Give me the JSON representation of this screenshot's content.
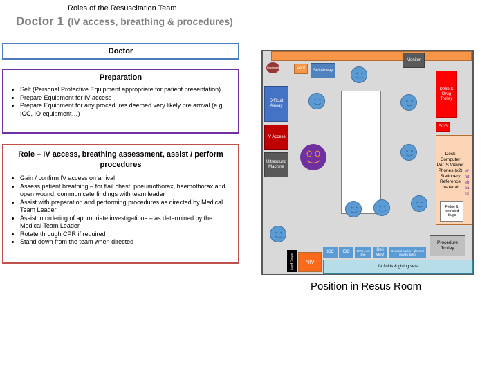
{
  "header": {
    "subtitle": "Roles of the Resuscitation Team",
    "title": "Doctor 1",
    "title_detail": "(IV access, breathing & procedures)"
  },
  "doctor_label": "Doctor",
  "preparation": {
    "title": "Preparation",
    "items": [
      "Self (Personal Protective Equipment appropriate for patient presentation)",
      "Prepare Equipment for IV access",
      "Prepare Equipment for any procedures deemed very likely pre arrival (e.g. ICC, IO equipment…)"
    ]
  },
  "role": {
    "title": "Role – IV access, breathing assessment, assist / perform procedures",
    "items": [
      "Gain / confirm IV access on arrival",
      "Assess patient breathing – for flail chest, pneumothorax, haemothorax and open wound; communicate findings with team leader",
      "Assist with preparation and performing procedures as directed by Medical Team Leader",
      "Assist in ordering of appropriate investigations – as determined by the Medical Team Leader",
      "Rotate through CPR if required",
      "Stand down from the team when directed"
    ]
  },
  "room": {
    "monitor": "Monitor",
    "papi": "Papi e'gel",
    "vent": "Vent",
    "std_airway": "Std Airway",
    "difficult_airway": "Difficult Airway",
    "iv_access": "IV Access",
    "ultrasound": "Ultrasound Machine",
    "defib": "Defib & Drug Trolley",
    "ecg": "ECG",
    "desk": "Desk Computer PACS Viewer Phones (x2) Stationery Reference material",
    "whiteboard": "Whiteboard",
    "fridge": "Fridge & restricted drugs",
    "procedure_trolley": "Procedure Trolley",
    "lead_gowns": "Lead Gowns",
    "niv": "NIV",
    "icc": "ICC",
    "idc": "IDC",
    "cvc": "CVC / Art line",
    "delivery": "Deli very",
    "general_packs": "General packs / gloves / mask / prep",
    "iv_fluids": "IV fluids & giving sets"
  },
  "caption": "Position in Resus Room",
  "colors": {
    "doctor_border": "#4a7ebb",
    "prep_border": "#7030a0",
    "role_border": "#c0504d",
    "room_bg": "#d9d9d9",
    "team_member": "#5b9bd5",
    "patient_face": "#7030a0"
  }
}
